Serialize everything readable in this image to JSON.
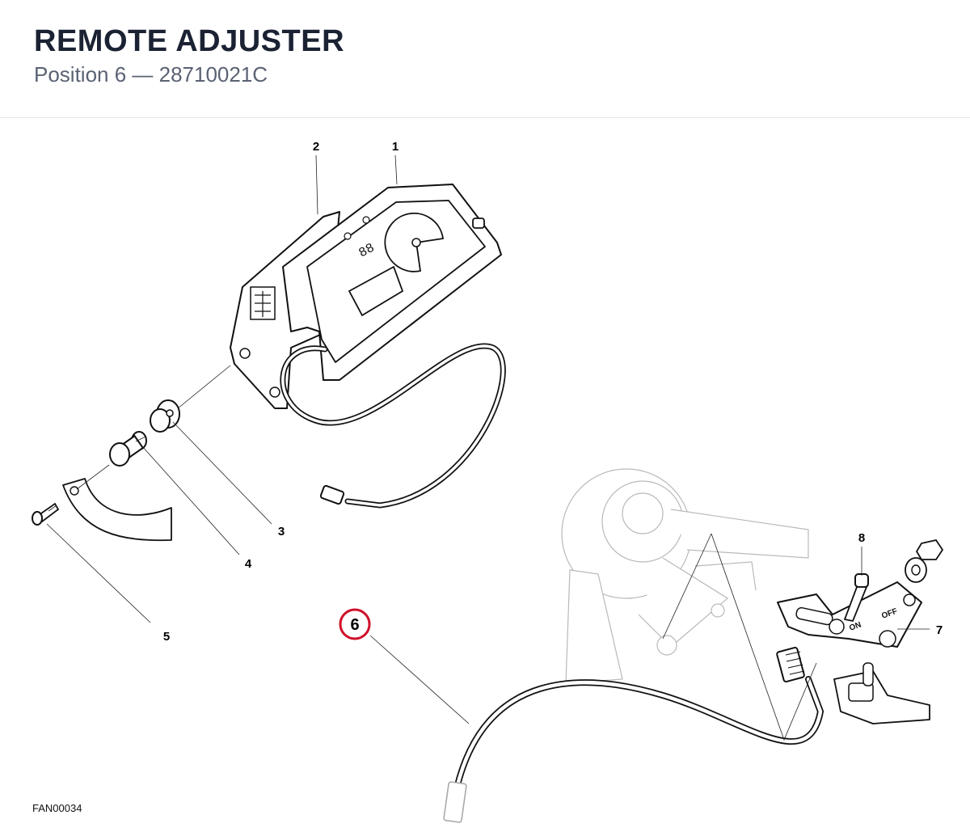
{
  "header": {
    "title": "REMOTE ADJUSTER",
    "subtitle": "Position 6 — 28710021C"
  },
  "callouts": {
    "c1": "1",
    "c2": "2",
    "c3": "3",
    "c4": "4",
    "c5": "5",
    "c6": "6",
    "c7": "7",
    "c8": "8"
  },
  "highlight": {
    "position": "6",
    "color": "#d0102a"
  },
  "switch_labels": {
    "on": "ON",
    "off": "OFF"
  },
  "instrument": {
    "display_digits": "88"
  },
  "drawing_code": "FAN00034"
}
